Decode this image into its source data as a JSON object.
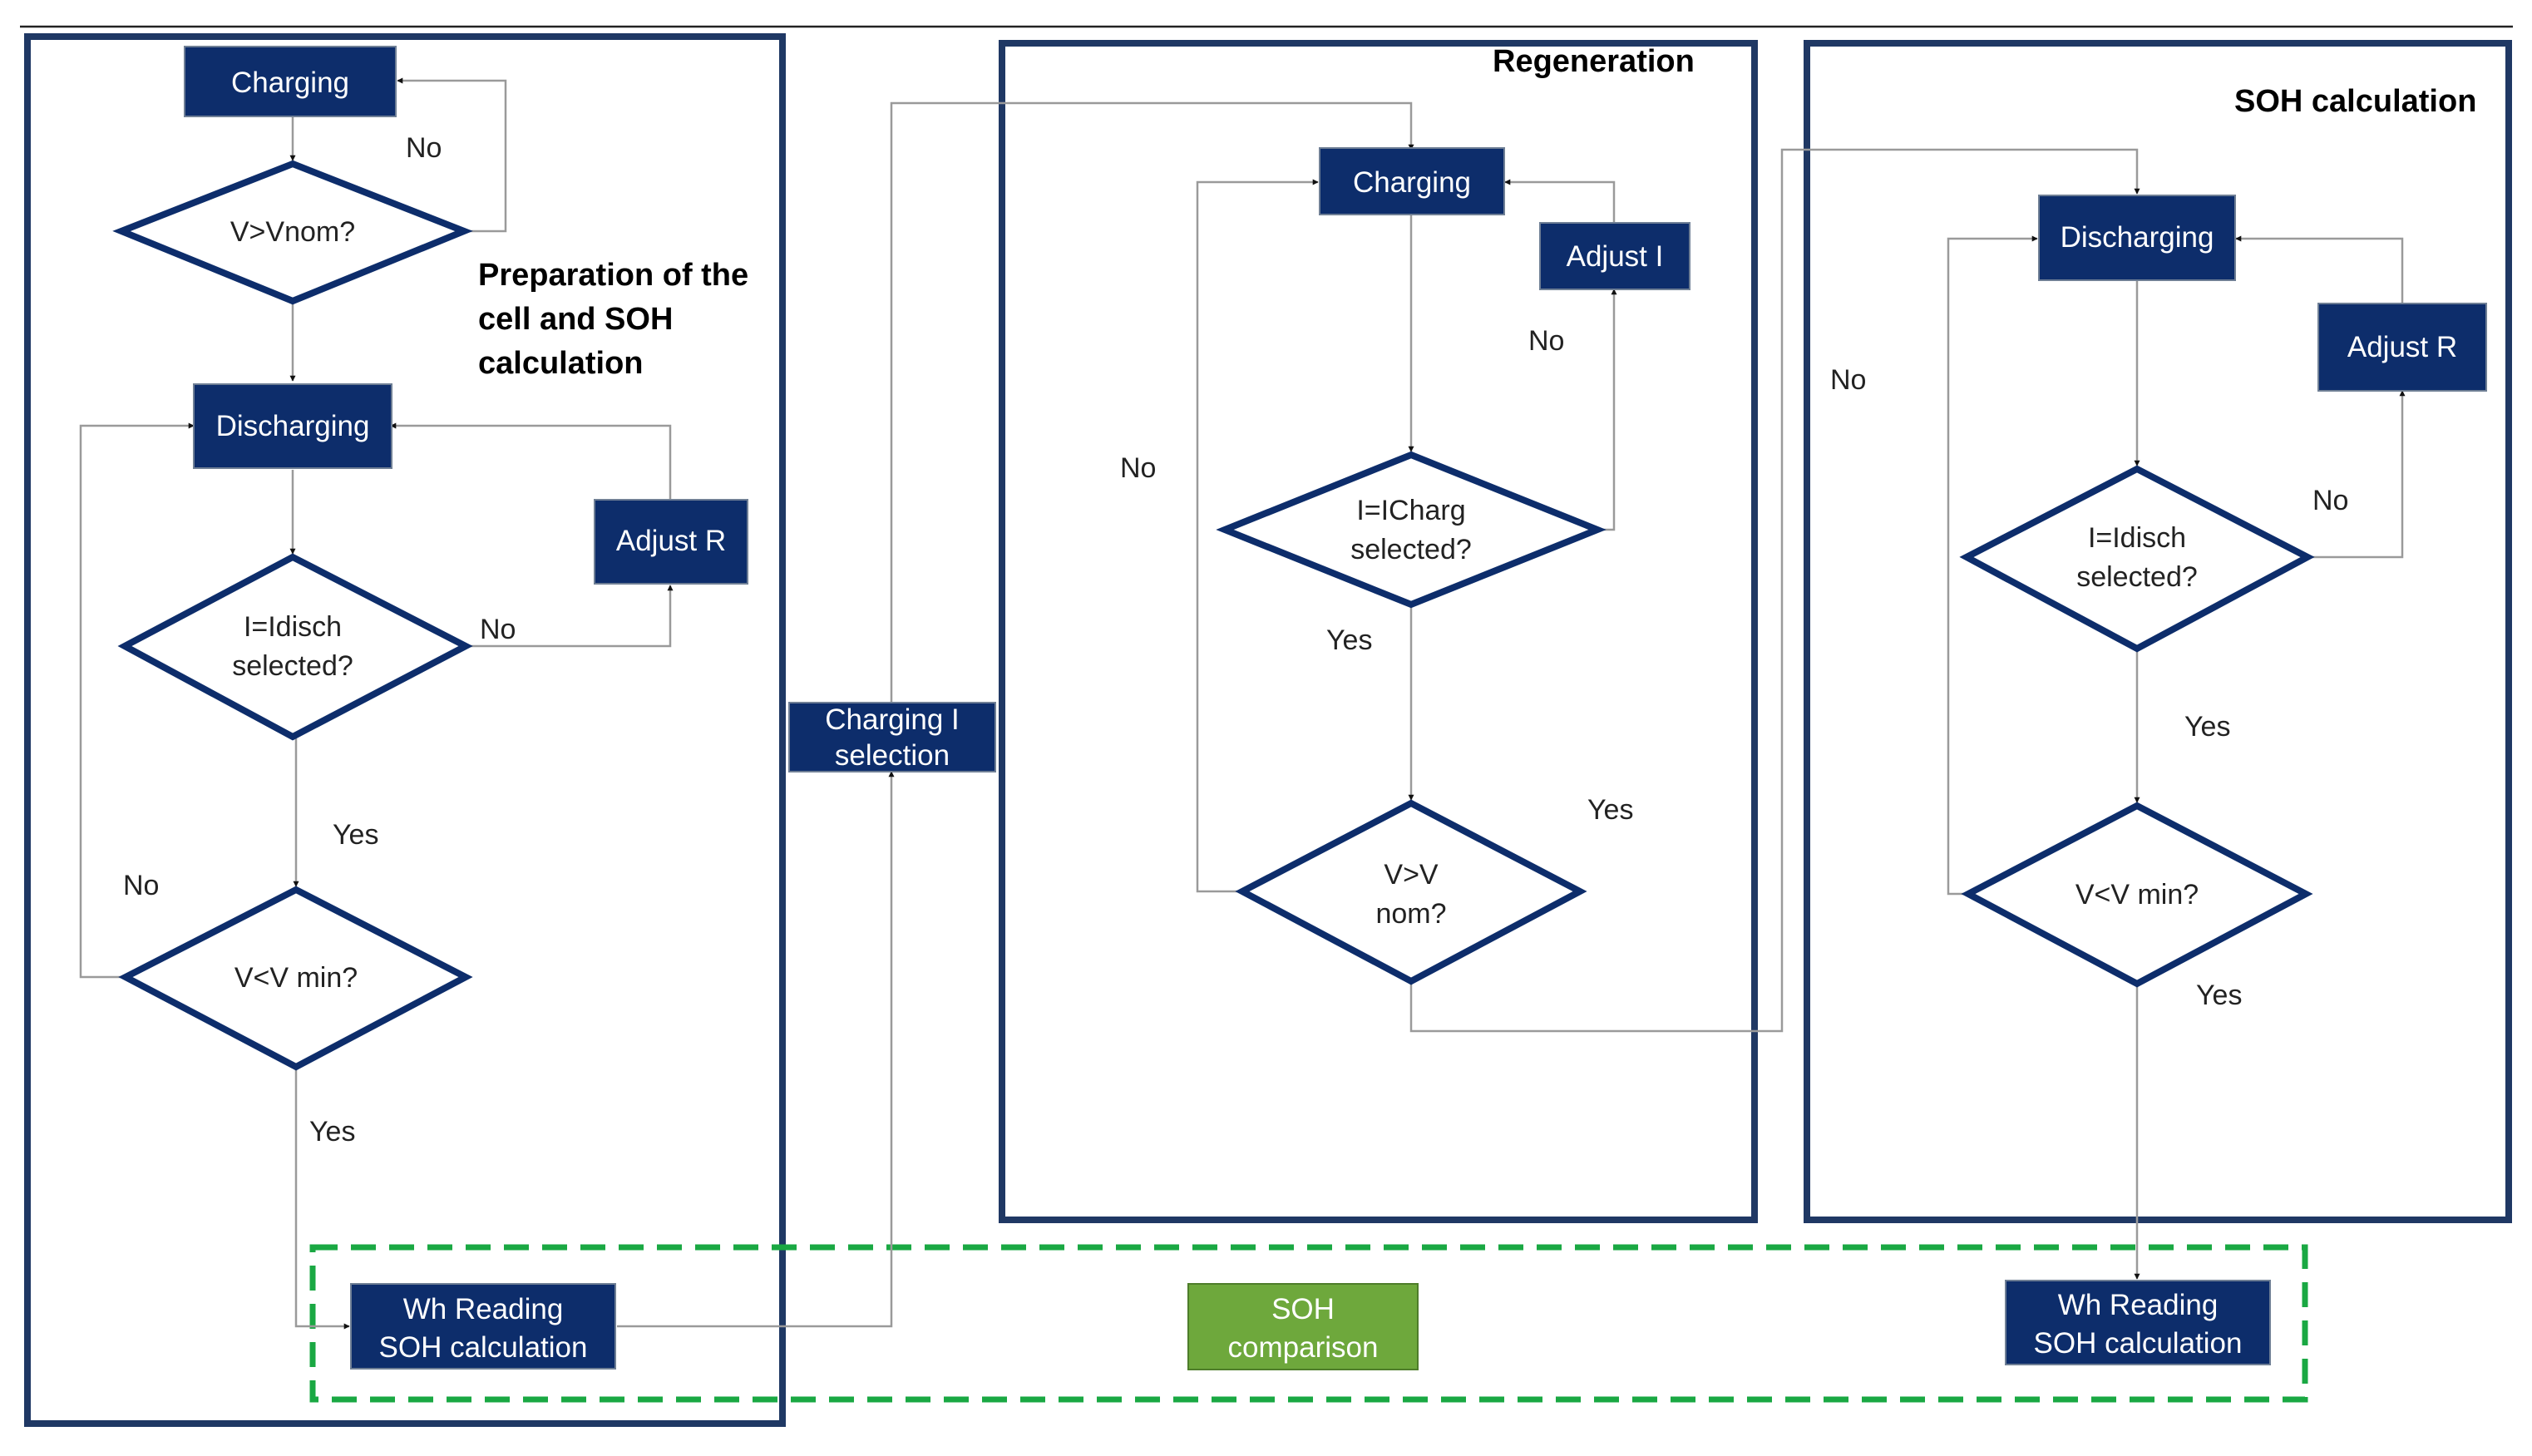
{
  "colors": {
    "box_fill": "#0d2d6b",
    "frame_stroke": "#1f3864",
    "diamond_stroke": "#0d2d6b",
    "connector": "#9a9a9a",
    "dashed_green": "#1aa843",
    "soh_box_fill": "#6ea83c"
  },
  "sections": {
    "preparation_title": [
      "Preparation of the",
      "cell and SOH",
      "calculation"
    ],
    "regeneration_title": "Regeneration",
    "soh_title": "SOH calculation"
  },
  "left": {
    "charging": "Charging",
    "v_gt_vnom": "V>Vnom?",
    "discharging": "Discharging",
    "adjust_r": "Adjust R",
    "i_idisch": [
      "I=Idisch",
      "selected?"
    ],
    "v_lt_vmin": "V<V min?",
    "wh_reading": [
      "Wh Reading",
      "SOH calculation"
    ],
    "no_1": "No",
    "no_2": "No",
    "no_3": "No",
    "yes_1": "Yes",
    "yes_2": "Yes"
  },
  "middle": {
    "charging_i_selection": [
      "Charging I",
      "selection"
    ],
    "soh_comparison": [
      "SOH",
      "comparison"
    ]
  },
  "regen": {
    "charging": "Charging",
    "adjust_i": "Adjust I",
    "i_icharg": [
      "I=ICharg",
      "selected?"
    ],
    "v_gt_vnom": [
      "V>V",
      "nom?"
    ],
    "no_1": "No",
    "no_2": "No",
    "yes_1": "Yes",
    "yes_2": "Yes"
  },
  "soh": {
    "discharging": "Discharging",
    "adjust_r": "Adjust R",
    "i_idisch": [
      "I=Idisch",
      "selected?"
    ],
    "v_lt_vmin": "V<V min?",
    "wh_reading": [
      "Wh Reading",
      "SOH calculation"
    ],
    "no_1": "No",
    "no_2": "No",
    "yes_1": "Yes",
    "yes_2": "Yes"
  }
}
